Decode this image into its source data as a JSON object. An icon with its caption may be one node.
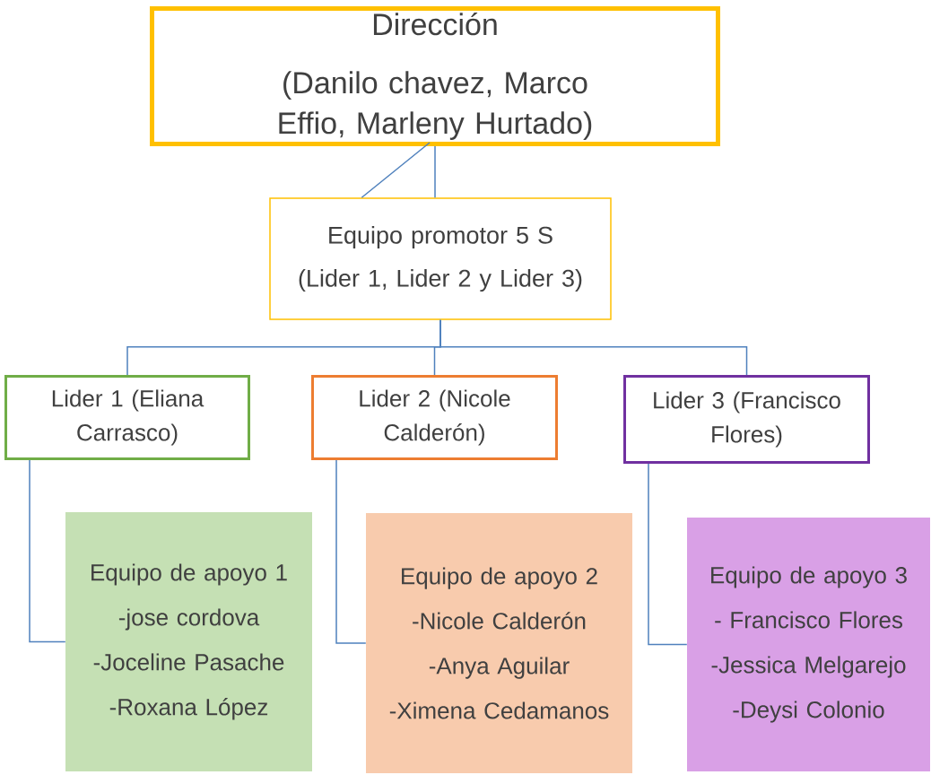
{
  "diagram": {
    "nodes": [
      {
        "text": [
          "Dirección",
          "(Danilo chavez, Marco Effio, Marleny Hurtado)"
        ]
      },
      {
        "text": [
          "Equipo promotor 5 S",
          "(Lider 1, Lider 2 y Lider 3)"
        ]
      },
      {
        "text": [
          "Lider 1 (Eliana Carrasco)"
        ]
      },
      {
        "text": [
          "Lider 2 (Nicole Calderón)"
        ]
      },
      {
        "text": [
          "Lider 3 (Francisco Flores)"
        ]
      },
      {
        "text": [
          "Equipo de apoyo 1",
          "-jose cordova",
          "-Joceline Pasache",
          "-Roxana López"
        ]
      },
      {
        "text": [
          "Equipo de apoyo 2",
          "-Nicole Calderón",
          "-Anya Aguilar",
          "-Ximena Cedamanos"
        ]
      },
      {
        "text": [
          "Equipo de apoyo 3",
          "- Francisco Flores",
          "-Jessica Melgarejo",
          "-Deysi Colonio"
        ]
      }
    ],
    "edges": [
      {
        "from": 0,
        "to": 1,
        "arrow": "none"
      },
      {
        "from": 0,
        "to": 1,
        "arrow": "none"
      },
      {
        "from": 1,
        "to": 2,
        "arrow": "none"
      },
      {
        "from": 1,
        "to": 3,
        "arrow": "none"
      },
      {
        "from": 1,
        "to": 4,
        "arrow": "none"
      },
      {
        "from": 2,
        "to": 5,
        "arrow": "none"
      },
      {
        "from": 3,
        "to": 6,
        "arrow": "none"
      },
      {
        "from": 4,
        "to": 7,
        "arrow": "none"
      }
    ]
  }
}
